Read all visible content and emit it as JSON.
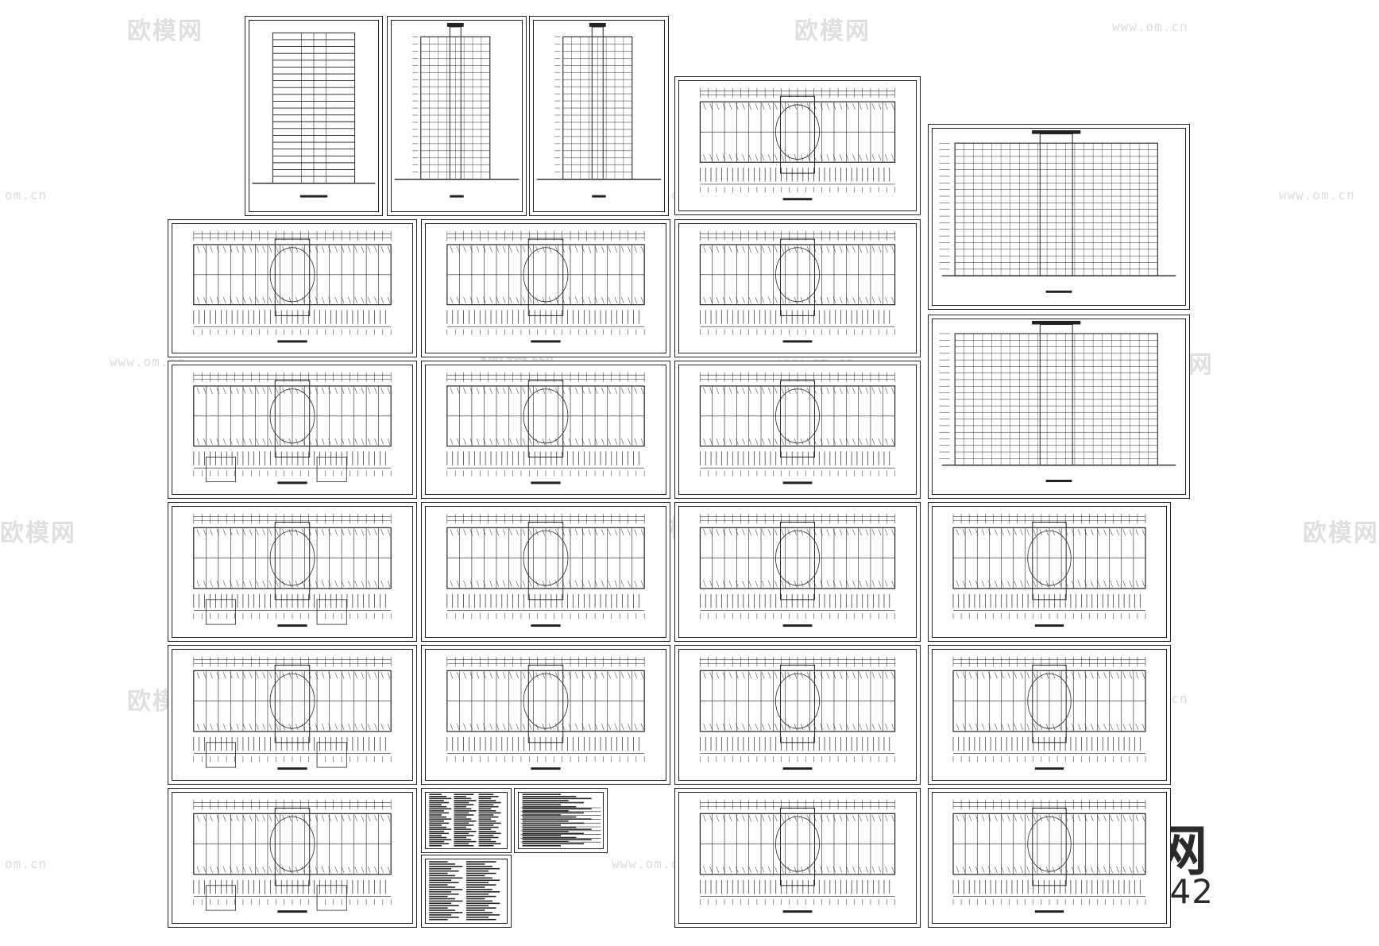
{
  "watermark": {
    "brand": "欧模网",
    "url": "www.om.cn",
    "url_short": "om.cn",
    "id_label": "ID:2378542"
  },
  "colors": {
    "line": "#222222",
    "watermark": "#c8c8c8",
    "background": "#ffffff"
  },
  "sheets": [
    {
      "kind": "section",
      "name": "sheet-section-a"
    },
    {
      "kind": "elevation-narrow",
      "name": "sheet-side-elevation-1"
    },
    {
      "kind": "elevation-narrow",
      "name": "sheet-side-elevation-2"
    },
    {
      "kind": "plan",
      "name": "sheet-plan-top"
    },
    {
      "kind": "elevation-wide",
      "name": "sheet-front-elevation"
    },
    {
      "kind": "plan",
      "name": "sheet-plan-r2-c1"
    },
    {
      "kind": "plan",
      "name": "sheet-plan-r2-c2"
    },
    {
      "kind": "plan",
      "name": "sheet-plan-r2-c3"
    },
    {
      "kind": "plan-detail",
      "name": "sheet-roof-plan"
    },
    {
      "kind": "plan",
      "name": "sheet-plan-r3-c2"
    },
    {
      "kind": "plan",
      "name": "sheet-plan-r3-c3"
    },
    {
      "kind": "elevation-wide",
      "name": "sheet-rear-elevation"
    },
    {
      "kind": "plan-detail",
      "name": "sheet-basement-plan"
    },
    {
      "kind": "plan",
      "name": "sheet-plan-r4-c2"
    },
    {
      "kind": "plan",
      "name": "sheet-plan-r4-c3"
    },
    {
      "kind": "plan",
      "name": "sheet-plan-r4-c4"
    },
    {
      "kind": "plan-detail",
      "name": "sheet-ground-plan"
    },
    {
      "kind": "plan",
      "name": "sheet-plan-r5-c2"
    },
    {
      "kind": "plan",
      "name": "sheet-plan-r5-c3"
    },
    {
      "kind": "plan",
      "name": "sheet-plan-r5-c4"
    },
    {
      "kind": "plan-detail",
      "name": "sheet-first-floor-plan"
    },
    {
      "kind": "notes",
      "name": "sheet-design-notes"
    },
    {
      "kind": "table",
      "name": "sheet-schedule-table"
    },
    {
      "kind": "list",
      "name": "sheet-drawing-list"
    },
    {
      "kind": "plan",
      "name": "sheet-plan-r6-c3"
    },
    {
      "kind": "plan",
      "name": "sheet-plan-r6-c4"
    }
  ]
}
